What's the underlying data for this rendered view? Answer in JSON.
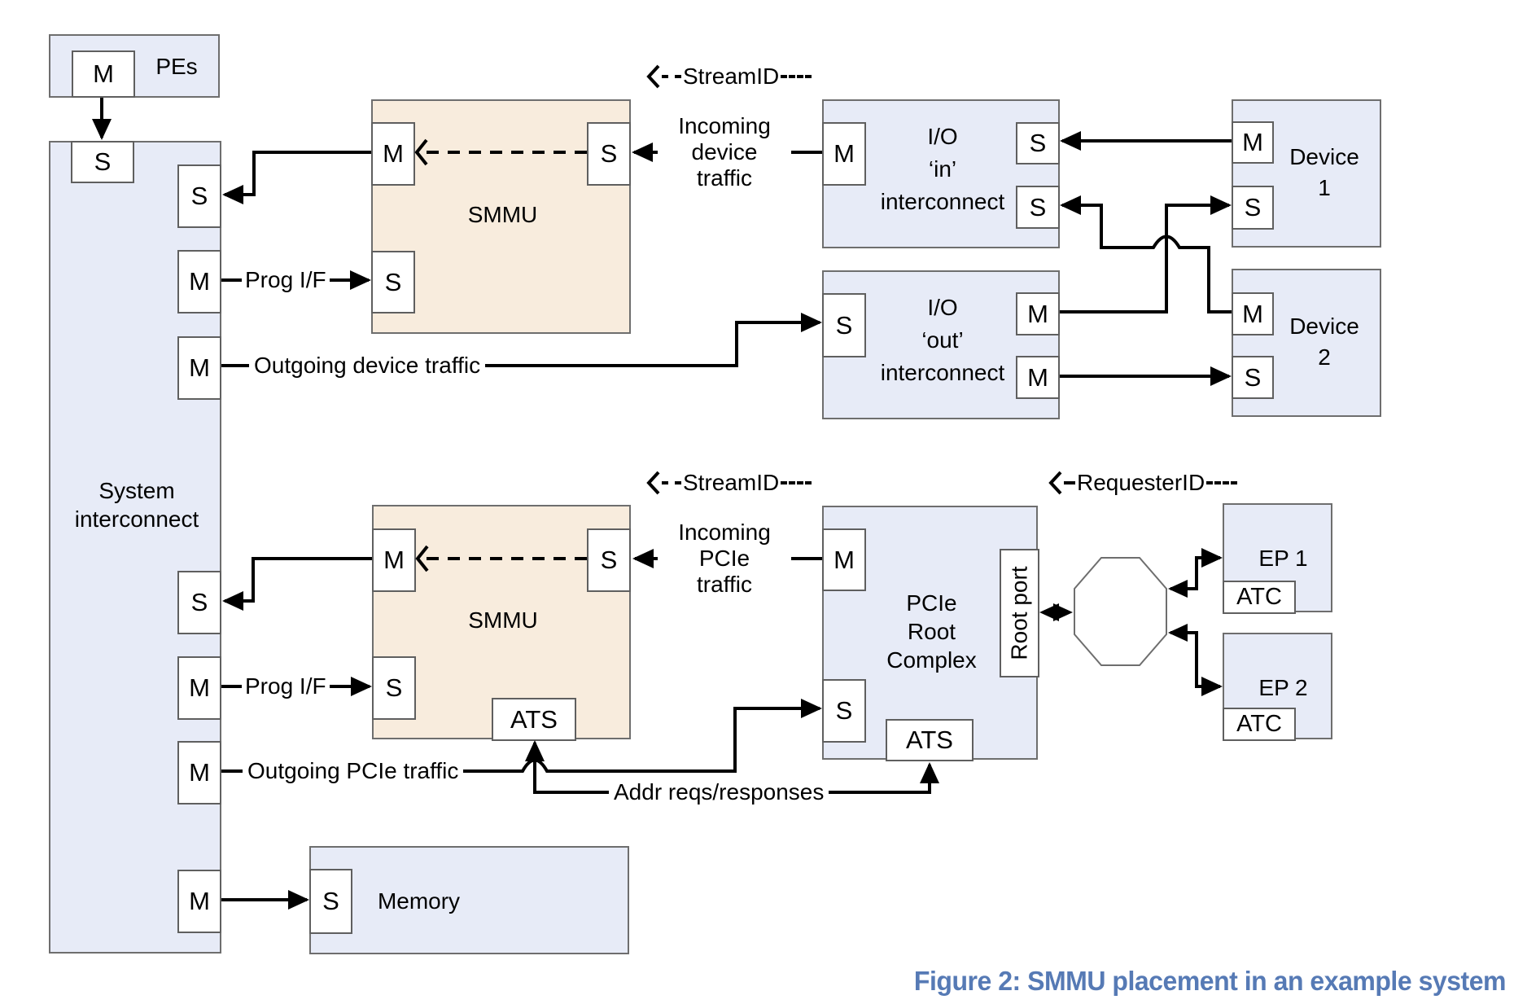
{
  "caption": {
    "text": "Figure 2: SMMU placement in an example system"
  },
  "colors": {
    "box_fill": "#E7EBF7",
    "smmu_fill": "#F8ECDD",
    "caption": "#567AB5"
  },
  "id_labels": {
    "stream_id_top": "StreamID",
    "stream_id_pcie": "StreamID",
    "requester_id": "RequesterID"
  },
  "wire_labels": {
    "incoming_device": {
      "line1": "Incoming",
      "line2": "device",
      "line3": "traffic"
    },
    "incoming_pcie": {
      "line1": "Incoming",
      "line2": "PCIe",
      "line3": "traffic"
    },
    "outgoing_device": "Outgoing device traffic",
    "outgoing_pcie": "Outgoing PCIe traffic",
    "addr": "Addr reqs/responses",
    "prog_if_top": "Prog I/F",
    "prog_if_bottom": "Prog I/F"
  },
  "nodes": {
    "pes": {
      "label": "PEs",
      "ports": {
        "m": "M"
      }
    },
    "system_interconnect": {
      "label": {
        "line1": "System",
        "line2": "interconnect"
      },
      "ports": {
        "s_top": "S",
        "s_in_dev": "S",
        "m_prog_top": "M",
        "m_out_dev": "M",
        "s_in_pcie": "S",
        "m_prog_bottom": "M",
        "m_out_pcie": "M",
        "m_mem": "M"
      }
    },
    "smmu_top": {
      "label": "SMMU",
      "ports": {
        "m": "M",
        "s": "S",
        "s_prog": "S"
      }
    },
    "smmu_bottom": {
      "label": "SMMU",
      "ats": "ATS",
      "ports": {
        "m": "M",
        "s": "S",
        "s_prog": "S"
      }
    },
    "io_in": {
      "label": {
        "line1": "I/O",
        "line2": "‘in’",
        "line3": "interconnect"
      },
      "ports": {
        "m": "M",
        "s1": "S",
        "s2": "S"
      }
    },
    "io_out": {
      "label": {
        "line1": "I/O",
        "line2": "‘out’",
        "line3": "interconnect"
      },
      "ports": {
        "s": "S",
        "m1": "M",
        "m2": "M"
      }
    },
    "device1": {
      "label": {
        "line1": "Device",
        "line2": "1"
      },
      "ports": {
        "m": "M",
        "s": "S"
      }
    },
    "device2": {
      "label": {
        "line1": "Device",
        "line2": "2"
      },
      "ports": {
        "m": "M",
        "s": "S"
      }
    },
    "pcie_rc": {
      "label": {
        "line1": "PCIe",
        "line2": "Root",
        "line3": "Complex"
      },
      "root_port": "Root port",
      "ats": "ATS",
      "ports": {
        "m": "M",
        "s": "S"
      }
    },
    "ep1": {
      "label": "EP 1",
      "atc": "ATC"
    },
    "ep2": {
      "label": "EP 2",
      "atc": "ATC"
    },
    "memory": {
      "label": "Memory",
      "ports": {
        "s": "S"
      }
    }
  }
}
